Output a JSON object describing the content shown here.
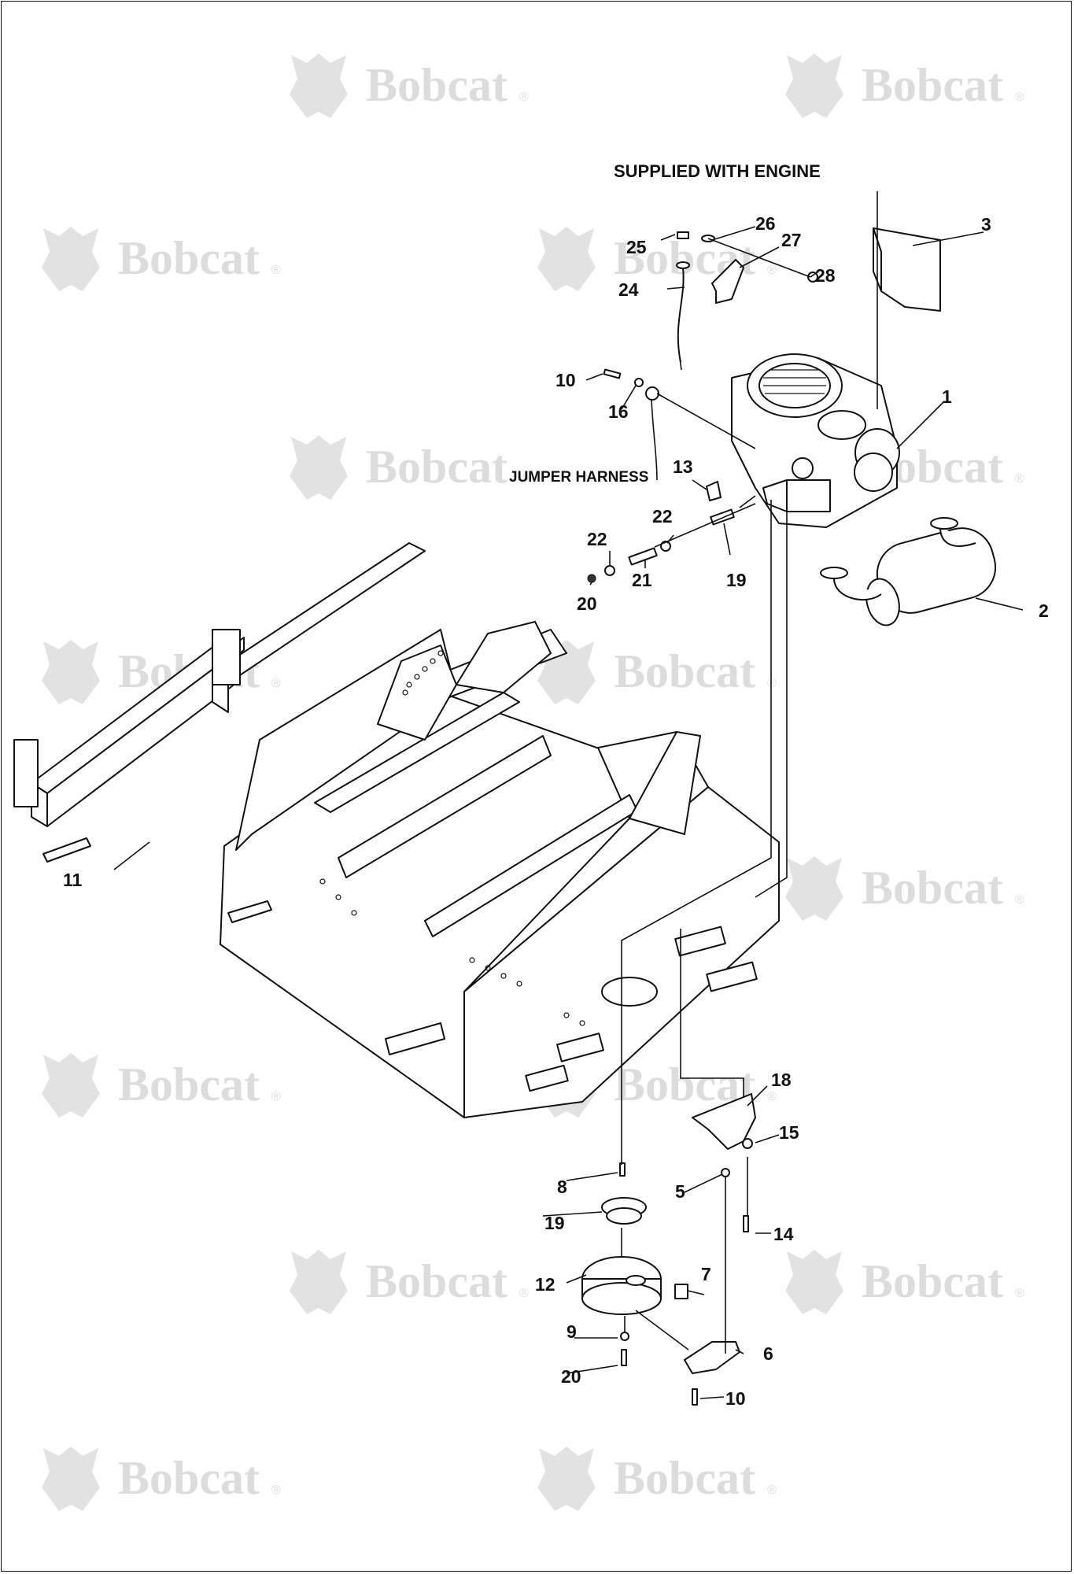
{
  "watermark": {
    "brand": "Bobcat",
    "mark": "®",
    "icon": "bobcat-logo-icon"
  },
  "notes": {
    "supplied_with_engine": "SUPPLIED WITH ENGINE",
    "jumper_harness": "JUMPER HARNESS"
  },
  "callouts": [
    "1",
    "2",
    "3",
    "5",
    "6",
    "7",
    "8",
    "9",
    "10",
    "10",
    "11",
    "12",
    "13",
    "14",
    "15",
    "16",
    "18",
    "19",
    "19",
    "20",
    "20",
    "21",
    "22",
    "22",
    "24",
    "25",
    "26",
    "27",
    "28"
  ]
}
